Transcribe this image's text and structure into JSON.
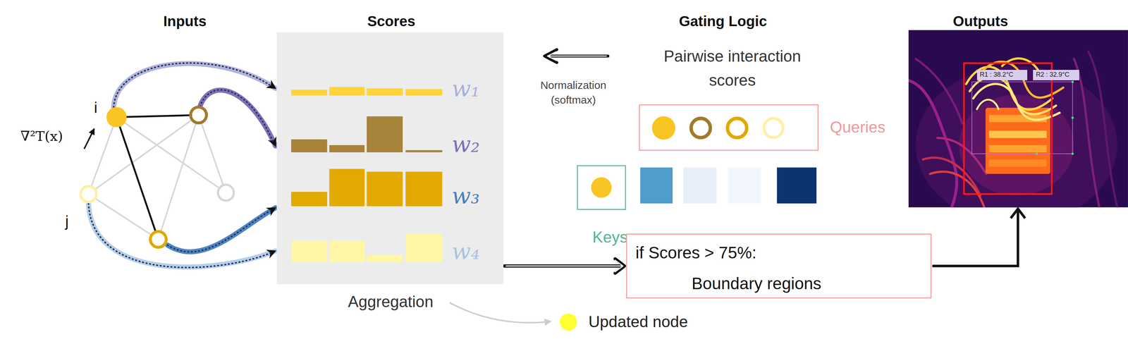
{
  "diagram": {
    "nodes": [
      {
        "text": [
          "Scores"
        ]
      },
      {
        "text": [
          "Queries"
        ]
      },
      {
        "text": [
          "Keys"
        ]
      },
      {
        "text": [
          "if Scores > 75%:",
          "Boundary regions"
        ]
      },
      {
        "text": [
          "Outputs"
        ]
      },
      {
        "text": [
          "R1 : 38.2°C"
        ],
        "in": 4
      },
      {
        "text": [
          "R2 : 32.9°C"
        ],
        "in": 4
      }
    ],
    "edges": [
      {
        "from": 0,
        "to": 3,
        "arrow": "to"
      },
      {
        "from": 3,
        "to": 4,
        "arrow": "to"
      }
    ],
    "labels": [
      "Inputs",
      "Gating Logic",
      "∇²T(x)",
      "i",
      "j",
      "w₁",
      "w₂",
      "w₃",
      "w₄",
      "Normalization (softmax)",
      "Pairwise interaction scores",
      "Aggregation"
    ],
    "legend": [
      {
        "text": "Updated node",
        "color": "#ffff33"
      }
    ]
  }
}
